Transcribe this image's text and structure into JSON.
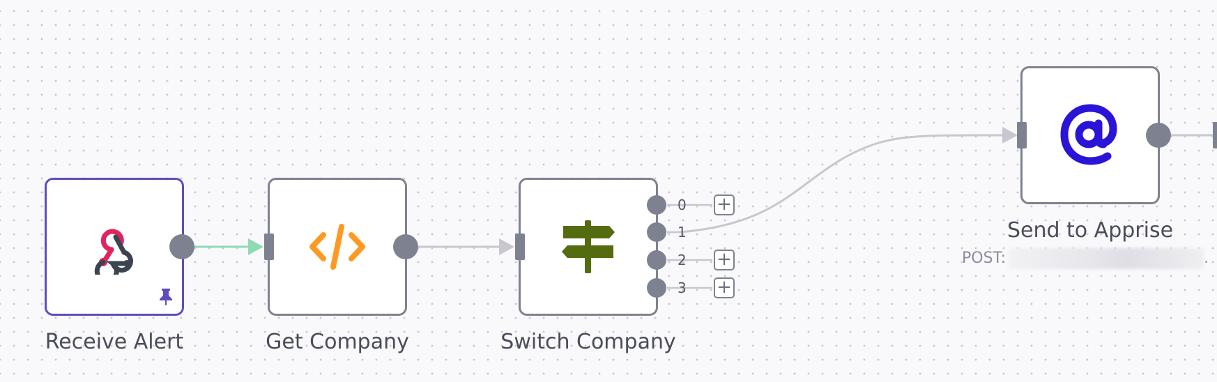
{
  "nodes": {
    "receive_alert": {
      "label": "Receive Alert",
      "icon": "webhook-icon",
      "pinned": true,
      "pin_icon": "pin-icon"
    },
    "get_company": {
      "label": "Get Company",
      "icon": "code-icon"
    },
    "switch_company": {
      "label": "Switch Company",
      "icon": "signpost-icon",
      "outputs": [
        "0",
        "1",
        "2",
        "3"
      ]
    },
    "send_to_apprise": {
      "label": "Send to Apprise",
      "icon": "at-sign-icon",
      "subtitle_prefix": "POST:",
      "subtitle_trail": "."
    }
  },
  "add_button_label": "+",
  "colors": {
    "canvas": "#f9f9fc",
    "node_border": "#7e8290",
    "selected_border": "#5e4dbc",
    "active_connection": "#8fdab5",
    "connection": "#c7c7cd",
    "webhook_red": "#e0245e",
    "webhook_dark": "#3b4551",
    "code_orange": "#ff9922",
    "signpost_green": "#556b0f",
    "at_blue": "#2a14d8"
  }
}
